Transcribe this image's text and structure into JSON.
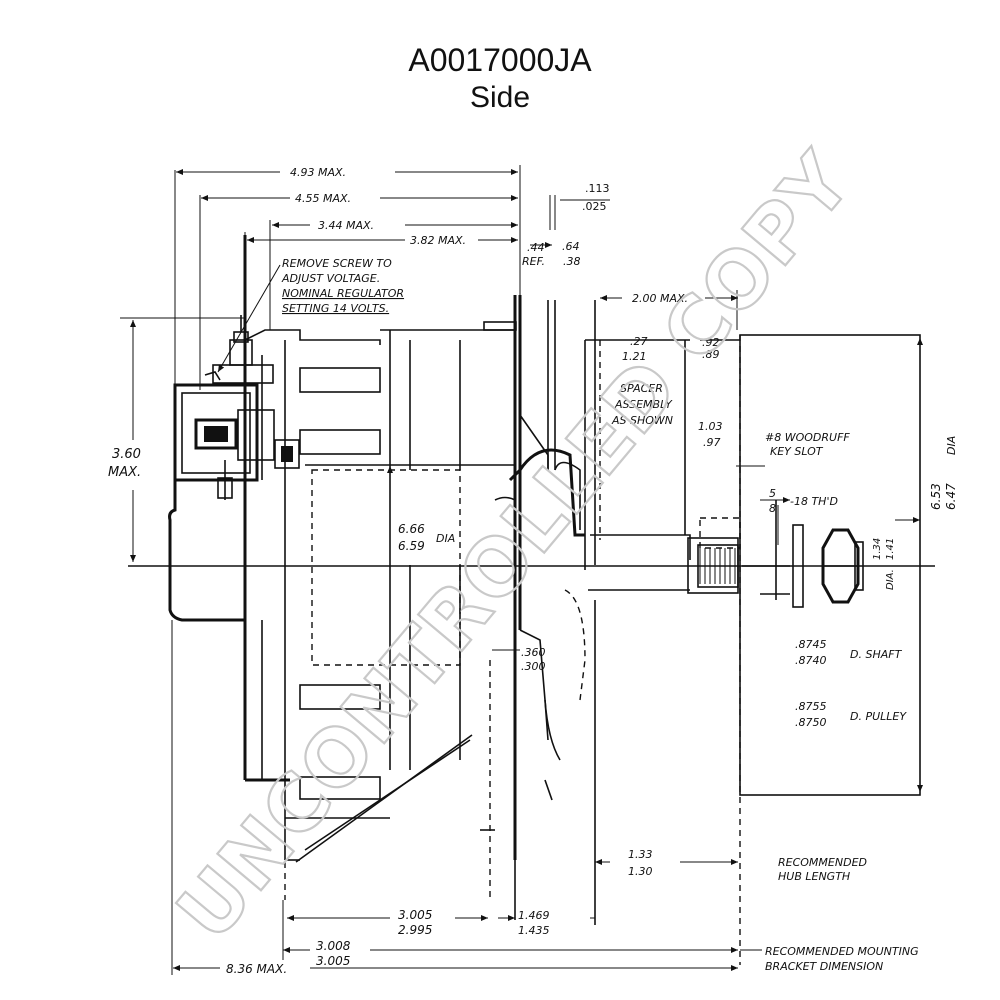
{
  "title": "A0017000JA",
  "subtitle": "Side",
  "watermark": "UNCONTROLLED COPY",
  "dimensions": {
    "overall_width_max": "4.93 MAX.",
    "width_455": "4.55 MAX.",
    "width_344": "3.44 MAX.",
    "width_382": "3.82 MAX.",
    "gap_113": ".113",
    "gap_025": ".025",
    "ref_44": ".44",
    "ref_label": "REF.",
    "d64": ".64",
    "d38": ".38",
    "d200": "2.00 MAX.",
    "d27": ".27",
    "d21": "1.21",
    "d92": ".92",
    "d89": ".89",
    "d103": "1.03",
    "d97": ".97",
    "height_360": "3.60",
    "height_max": "MAX.",
    "dia_666": "6.66",
    "dia_659": "6.59",
    "dia_label": "DIA",
    "dia_653": "6.53",
    "dia_647": "6.47",
    "dia_suffix": "DIA",
    "woodruff_1": "#8 WOODRUFF",
    "woodruff_2": "KEY SLOT",
    "thread_top": "5",
    "thread_bot": "8",
    "thread_label": "-18 TH'D",
    "dia_134": "1.34",
    "dia_141": "1.41",
    "dia_lbl2": "DIA.",
    "d360": ".360",
    "d300": ".300",
    "shaft_1": ".8745",
    "shaft_2": ".8740",
    "shaft_label": "D. SHAFT",
    "pulley_1": ".8755",
    "pulley_2": ".8750",
    "pulley_label": "D. PULLEY",
    "hub_1": "1.33",
    "hub_2": "1.30",
    "hub_label_1": "RECOMMENDED",
    "hub_label_2": "HUB LENGTH",
    "d3005": "3.005",
    "d2995": "2.995",
    "d1469": "1.469",
    "d1435": "1.435",
    "d3008": "3.008",
    "d3005b": "3.005",
    "overall_length": "8.36 MAX.",
    "mount_1": "RECOMMENDED MOUNTING",
    "mount_2": "BRACKET DIMENSION",
    "spacer_1": "SPACER",
    "spacer_2": "ASSEMBLY",
    "spacer_3": "AS SHOWN"
  },
  "notes": {
    "line1": "REMOVE SCREW TO",
    "line2": "ADJUST VOLTAGE.",
    "line3": "NOMINAL REGULATOR",
    "line4": "SETTING 14  VOLTS."
  }
}
